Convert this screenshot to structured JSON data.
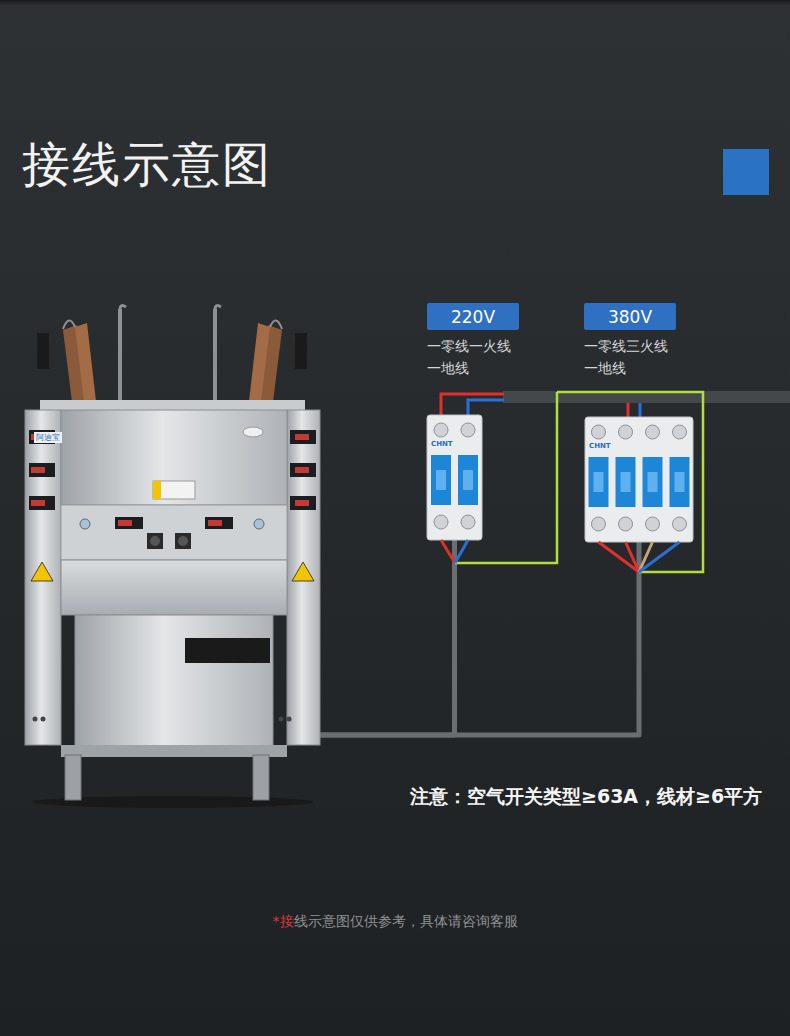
{
  "diagram": {
    "title": "接线示意图",
    "nodes": [
      {
        "text": [
          "220V",
          "一零线一火线",
          "一地线"
        ]
      },
      {
        "text": [
          "380V",
          "一零线三火线",
          "一地线"
        ]
      },
      {
        "text": [
          "CHNT"
        ]
      },
      {
        "text": [
          "CHNT"
        ]
      },
      {
        "text": [
          "阿迪宝"
        ]
      }
    ],
    "edges": [
      {
        "from": 2,
        "to": 4,
        "arrow": "none"
      },
      {
        "from": 3,
        "to": 4,
        "arrow": "none"
      }
    ],
    "labels": [
      "注意：空气开关类型≥63A，线材≥6平方",
      "*接线示意图仅供参考，具体请咨询客服"
    ]
  }
}
